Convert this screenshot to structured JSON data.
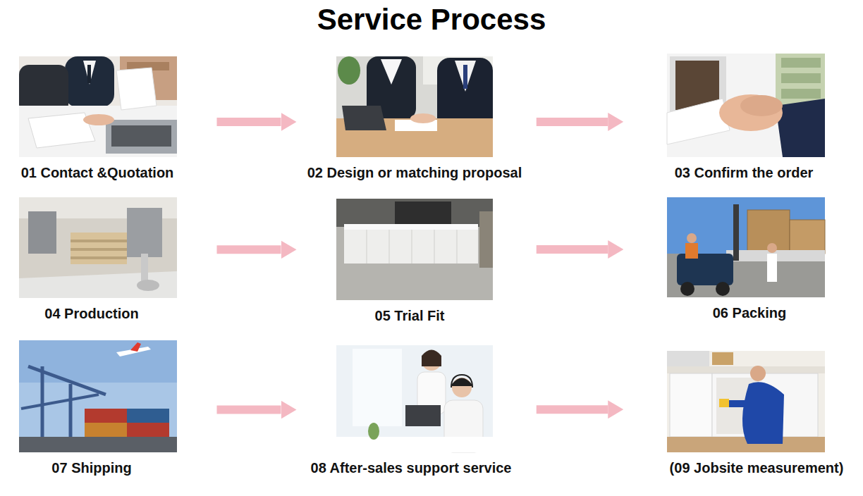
{
  "diagram": {
    "title": "Service Process",
    "nodes": [
      {
        "text": [
          "01 Contact &Quotation"
        ]
      },
      {
        "text": [
          "02 Design or matching proposal"
        ]
      },
      {
        "text": [
          "03 Confirm the order"
        ]
      },
      {
        "text": [
          "04 Production"
        ]
      },
      {
        "text": [
          "05 Trial Fit"
        ]
      },
      {
        "text": [
          "06 Packing"
        ]
      },
      {
        "text": [
          "07 Shipping"
        ]
      },
      {
        "text": [
          "08 After-sales support service"
        ]
      },
      {
        "text": [
          "(09 Jobsite measurement)"
        ]
      }
    ],
    "edges": [
      {
        "from": 0,
        "to": 1,
        "arrow": "to"
      },
      {
        "from": 1,
        "to": 2,
        "arrow": "to"
      },
      {
        "from": 3,
        "to": 4,
        "arrow": "to"
      },
      {
        "from": 4,
        "to": 5,
        "arrow": "to"
      },
      {
        "from": 6,
        "to": 7,
        "arrow": "to"
      },
      {
        "from": 7,
        "to": 8,
        "arrow": "to"
      }
    ]
  }
}
